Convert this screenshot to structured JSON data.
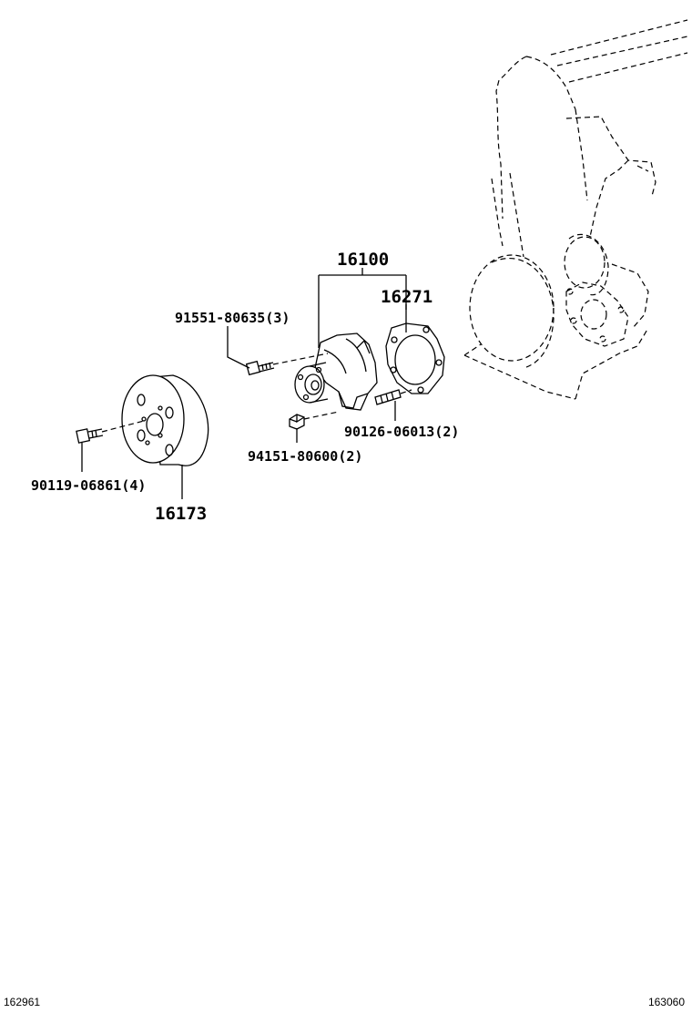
{
  "labels": {
    "assembly": "16100",
    "gasket": "16271",
    "bolt_pump": "91551-80635(3)",
    "stud": "90126-06013(2)",
    "nut": "94151-80600(2)",
    "bolt_pulley": "90119-06861(4)",
    "pulley": "16173"
  },
  "footer": {
    "left_code": "162961",
    "right_code": "163060"
  }
}
